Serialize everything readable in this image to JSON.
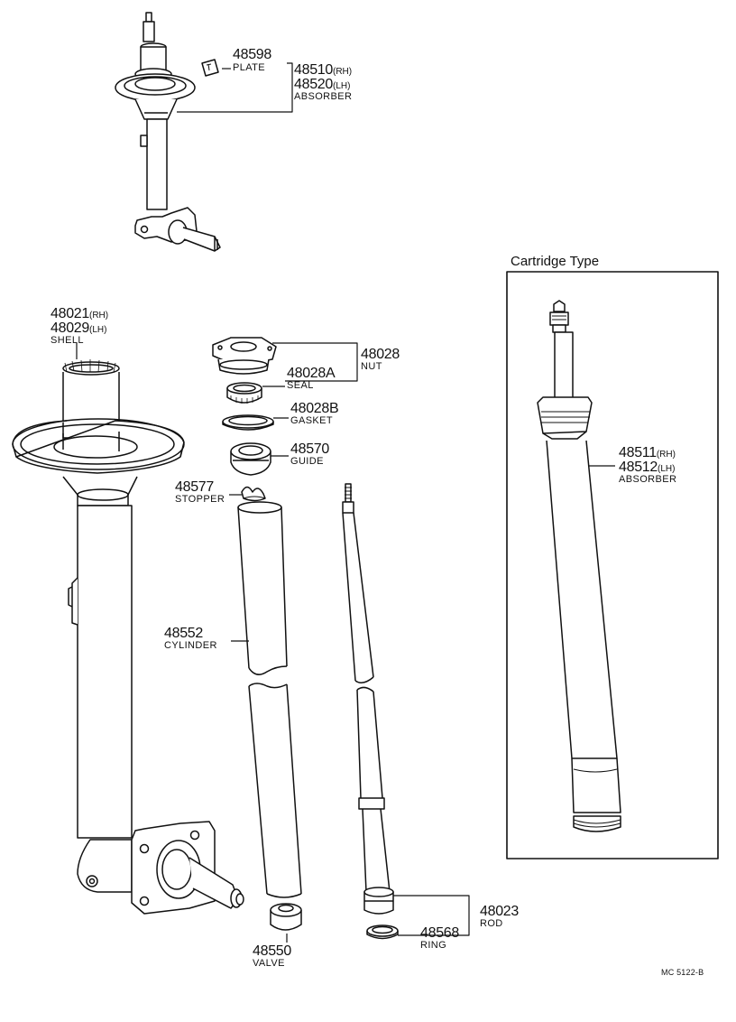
{
  "plate": {
    "num": "48598",
    "desc": "PLATE"
  },
  "top_absorber": {
    "num_rh": "48510",
    "sfx_rh": "(RH)",
    "num_lh": "48520",
    "sfx_lh": "(LH)",
    "desc": "ABSORBER"
  },
  "shell": {
    "num_rh": "48021",
    "sfx_rh": "(RH)",
    "num_lh": "48029",
    "sfx_lh": "(LH)",
    "desc": "SHELL"
  },
  "nut": {
    "num": "48028",
    "desc": "NUT"
  },
  "seal": {
    "num": "48028A",
    "desc": "SEAL"
  },
  "gasket": {
    "num": "48028B",
    "desc": "GASKET"
  },
  "guide": {
    "num": "48570",
    "desc": "GUIDE"
  },
  "stopper": {
    "num": "48577",
    "desc": "STOPPER"
  },
  "cylinder": {
    "num": "48552",
    "desc": "CYLINDER"
  },
  "valve": {
    "num": "48550",
    "desc": "VALVE"
  },
  "rod": {
    "num": "48023",
    "desc": "ROD"
  },
  "ring": {
    "num": "48568",
    "desc": "RING"
  },
  "cartridge": {
    "title": "Cartridge Type",
    "absorber": {
      "num_rh": "48511",
      "sfx_rh": "(RH)",
      "num_lh": "48512",
      "sfx_lh": "(LH)",
      "desc": "ABSORBER"
    }
  },
  "figure_code": "MC 5122-B"
}
